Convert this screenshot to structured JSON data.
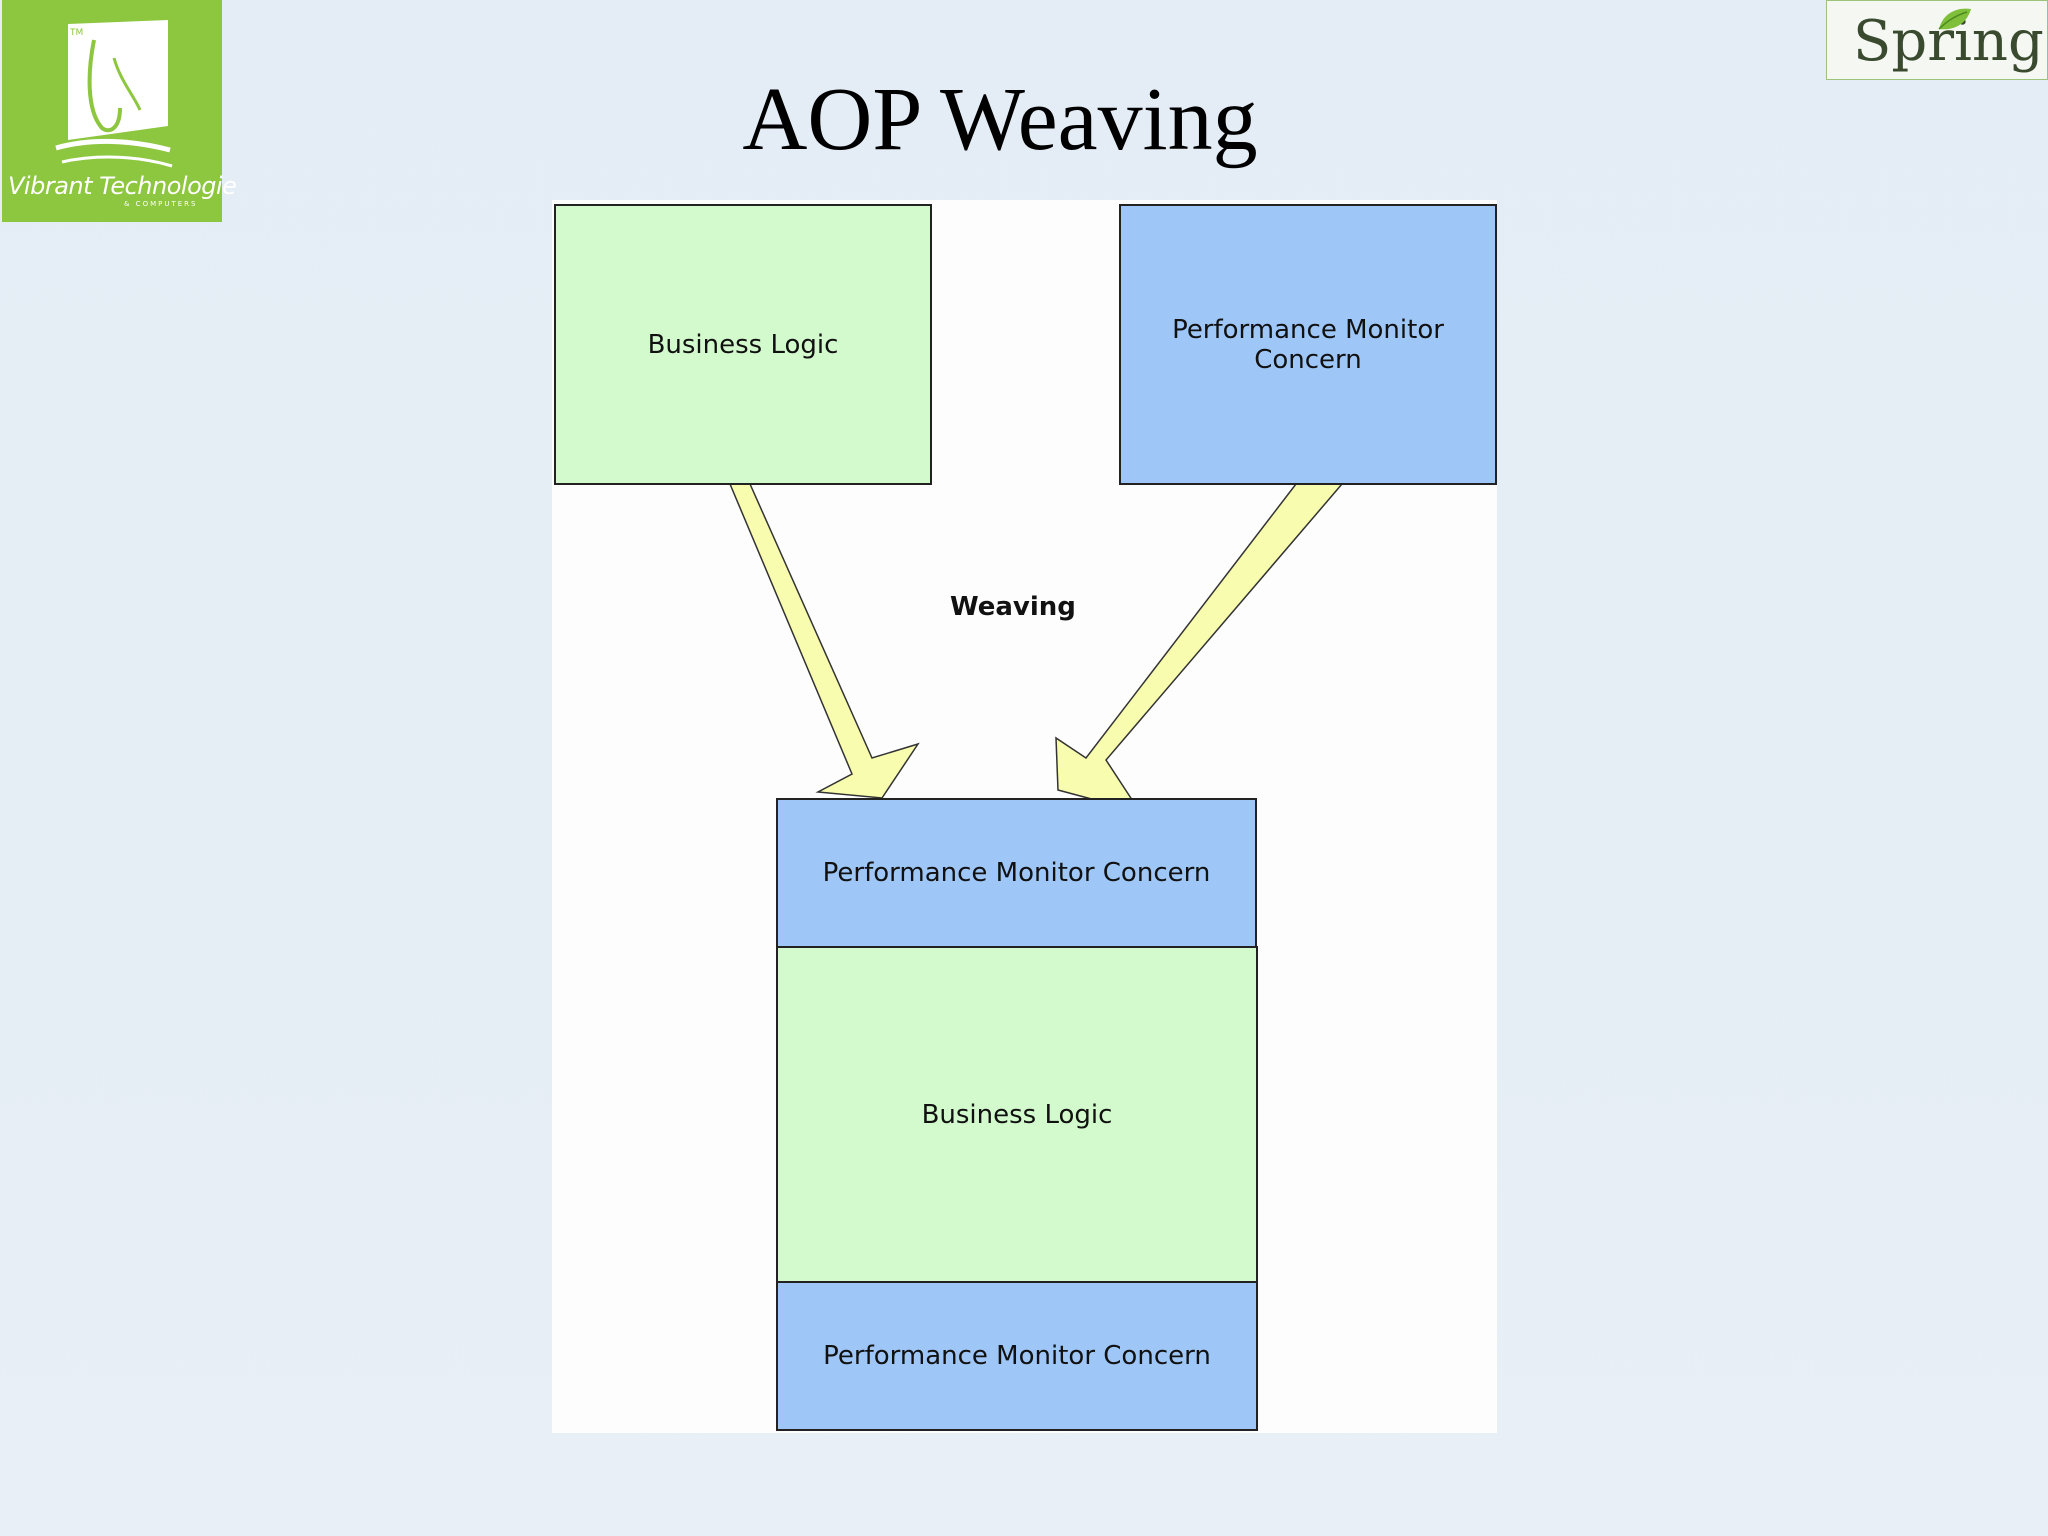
{
  "slide": {
    "title": "AOP Weaving"
  },
  "logos": {
    "left_text": "Vibrant Technologie",
    "left_subtext": "& COMPUTERS",
    "left_tm": "TM",
    "right_text": "Spring"
  },
  "diagram": {
    "top_left_box": "Business Logic",
    "top_right_box": "Performance Monitor Concern",
    "arrow_label": "Weaving",
    "woven_top": "Performance Monitor Concern",
    "woven_middle": "Business Logic",
    "woven_bottom": "Performance Monitor Concern"
  },
  "colors": {
    "business_logic_fill": "#d2facd",
    "concern_fill": "#9ec6f7",
    "arrow_fill": "#f8fcae",
    "logo_green": "#8dc63f"
  }
}
